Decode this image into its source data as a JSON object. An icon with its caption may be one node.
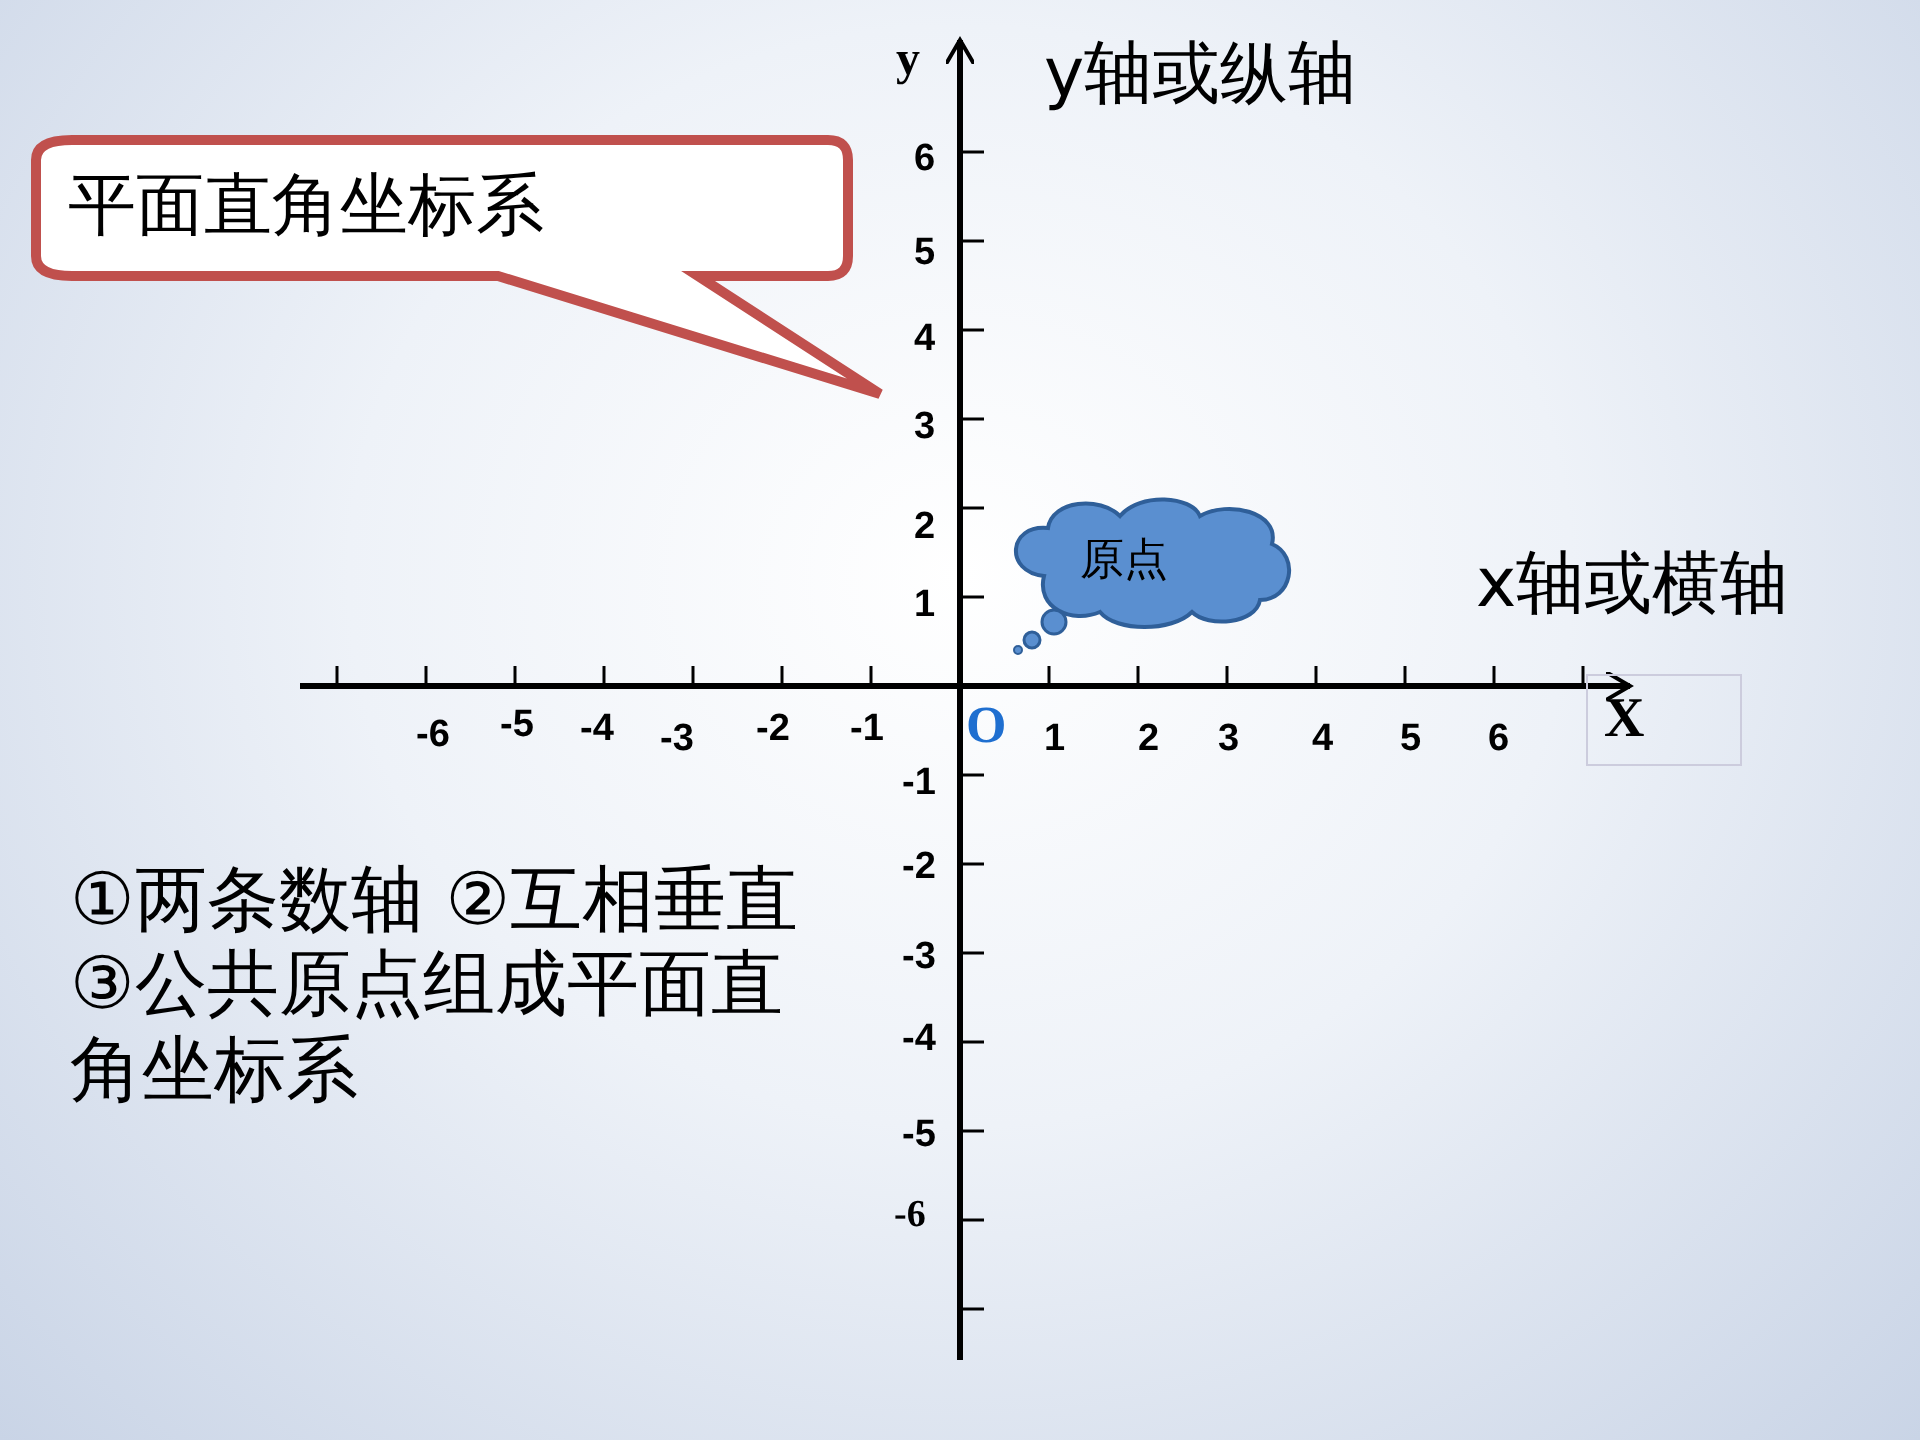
{
  "diagram": {
    "nodes": [
      {
        "text": [
          "平面直角坐标系"
        ]
      },
      {
        "text": [
          "原点"
        ]
      }
    ],
    "edges": [],
    "labels": [
      "y",
      "y轴或纵轴",
      "6",
      "5",
      "4",
      "3",
      "2",
      "1",
      "x轴或横轴",
      "-6",
      "-5",
      "-4",
      "-3",
      "-2",
      "-1",
      "O",
      "1",
      "2",
      "3",
      "4",
      "5",
      "6",
      "X",
      "-1",
      "-2",
      "-3",
      "-4",
      "-5",
      "-6",
      "①两条数轴 ②互相垂直③公共原点组成平面直角坐标系"
    ]
  }
}
